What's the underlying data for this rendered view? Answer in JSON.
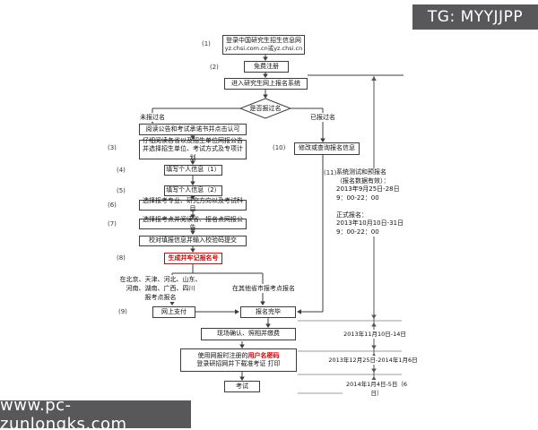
{
  "watermarks": {
    "tg_badge": "TG: MYYJJPP",
    "site_url": "www.pc-zunlongks.com"
  },
  "colors": {
    "accent_red": "#cc0000",
    "badge_bg": "#58585a",
    "flow_line": "#3c3c3c",
    "gray_line": "#9e9e9e"
  },
  "steps": [
    "(1)",
    "(2)",
    "(3)",
    "(4)",
    "(5)",
    "(6)",
    "(7)",
    "(8)",
    "(9)",
    "(10)",
    "(11)"
  ],
  "nodes": {
    "login": {
      "line1": "登录中国研究生招生信息网",
      "line2": "yz.chsi.com.cn或yz.chsi.cn"
    },
    "register": "免费注册",
    "enter": "进入研究生网上报名系统",
    "decision": "是否报过名",
    "branch_no": "未报过名",
    "branch_yes": "已报过名",
    "read_notice": "阅读公告和考试承诺书并点击认可",
    "read_province": {
      "line1": "仔细阅读各省以及招生单位网报公告",
      "line2": "并选择招生单位、考试方式及专项计划"
    },
    "info1": "填写个人信息（1）",
    "info2": "填写个人信息（2）",
    "major": "选择报考专业、研究方向以及考试科目",
    "site": "选择报考点并阅读省、报名点网报公告",
    "verify": "校对填报信息并输入校验码提交",
    "gen_number": "生成并牢记报名号",
    "pay": "网上支付",
    "done": "报名完毕",
    "confirm": "现场确认、照相并缴费",
    "print": {
      "line1_prefix": "使用网报时注册的",
      "line1_red": "用户名密码",
      "line2": "登录研招网并下载准考证 打印"
    },
    "exam": "考试",
    "modify": "修改或查询报名信息"
  },
  "branch_labels": {
    "left_region": [
      "在北京、天津、河北、山东、",
      "河南、湖南、广西、四川",
      "报考点报名"
    ],
    "other_region": "在其他省市报考点报名"
  },
  "schedule_note": {
    "lines": [
      "系统测试和预报名",
      "（报名数据有效）：",
      "2013年9月25日-28日",
      "9：00-22：00",
      "",
      "正式报名：",
      "2013年10月10日-31日",
      "9：00-22：00"
    ]
  },
  "timeline_dates": [
    "2013年11月10日-14日",
    "2013年12月25日-2014年1月6日",
    "2014年1月4日-5日（6日）"
  ]
}
